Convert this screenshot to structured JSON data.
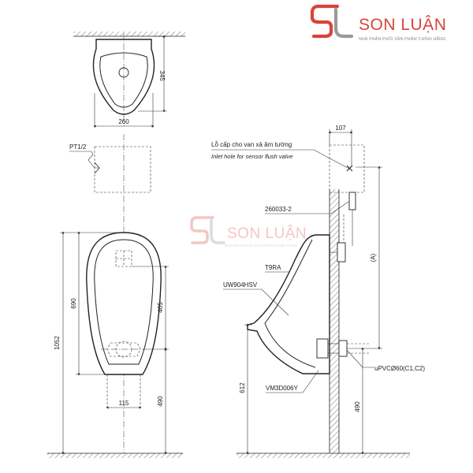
{
  "brand": {
    "name": "SON LUẬN",
    "tagline": "NHÀ PHÂN PHỐI SẢN PHẨM CHÍNH HÃNG",
    "logo_color": "#d8443a"
  },
  "watermark": {
    "name": "SON LUẬN",
    "tagline": "NHÀ PHÂN PHỐI SẢN PHẨM CHÍNH HÃNG"
  },
  "top_view": {
    "width_dim": "260",
    "depth_dim": "345"
  },
  "front_view": {
    "pipe_label": "PT1/2",
    "dim_total_height": "1052",
    "dim_bowl_height": "690",
    "dim_outlet_to_inlet": "405",
    "dim_outlet_height": "490",
    "dim_outlet_width": "115"
  },
  "side_view": {
    "dim_offset": "107",
    "inlet_hole_vi": "Lỗ cấp cho van xả âm tường",
    "inlet_hole_en": "Inlet hole for sensor flush valve",
    "part_valve": "260033-2",
    "part_t9ra": "T9RA",
    "part_urinal": "UW904HSV",
    "part_hanger": "VM3D006Y",
    "part_pipe": "uPVCØ60(C1,C2)",
    "dim_a": "(A)",
    "dim_rim_height": "612",
    "dim_outlet_height": "490"
  }
}
